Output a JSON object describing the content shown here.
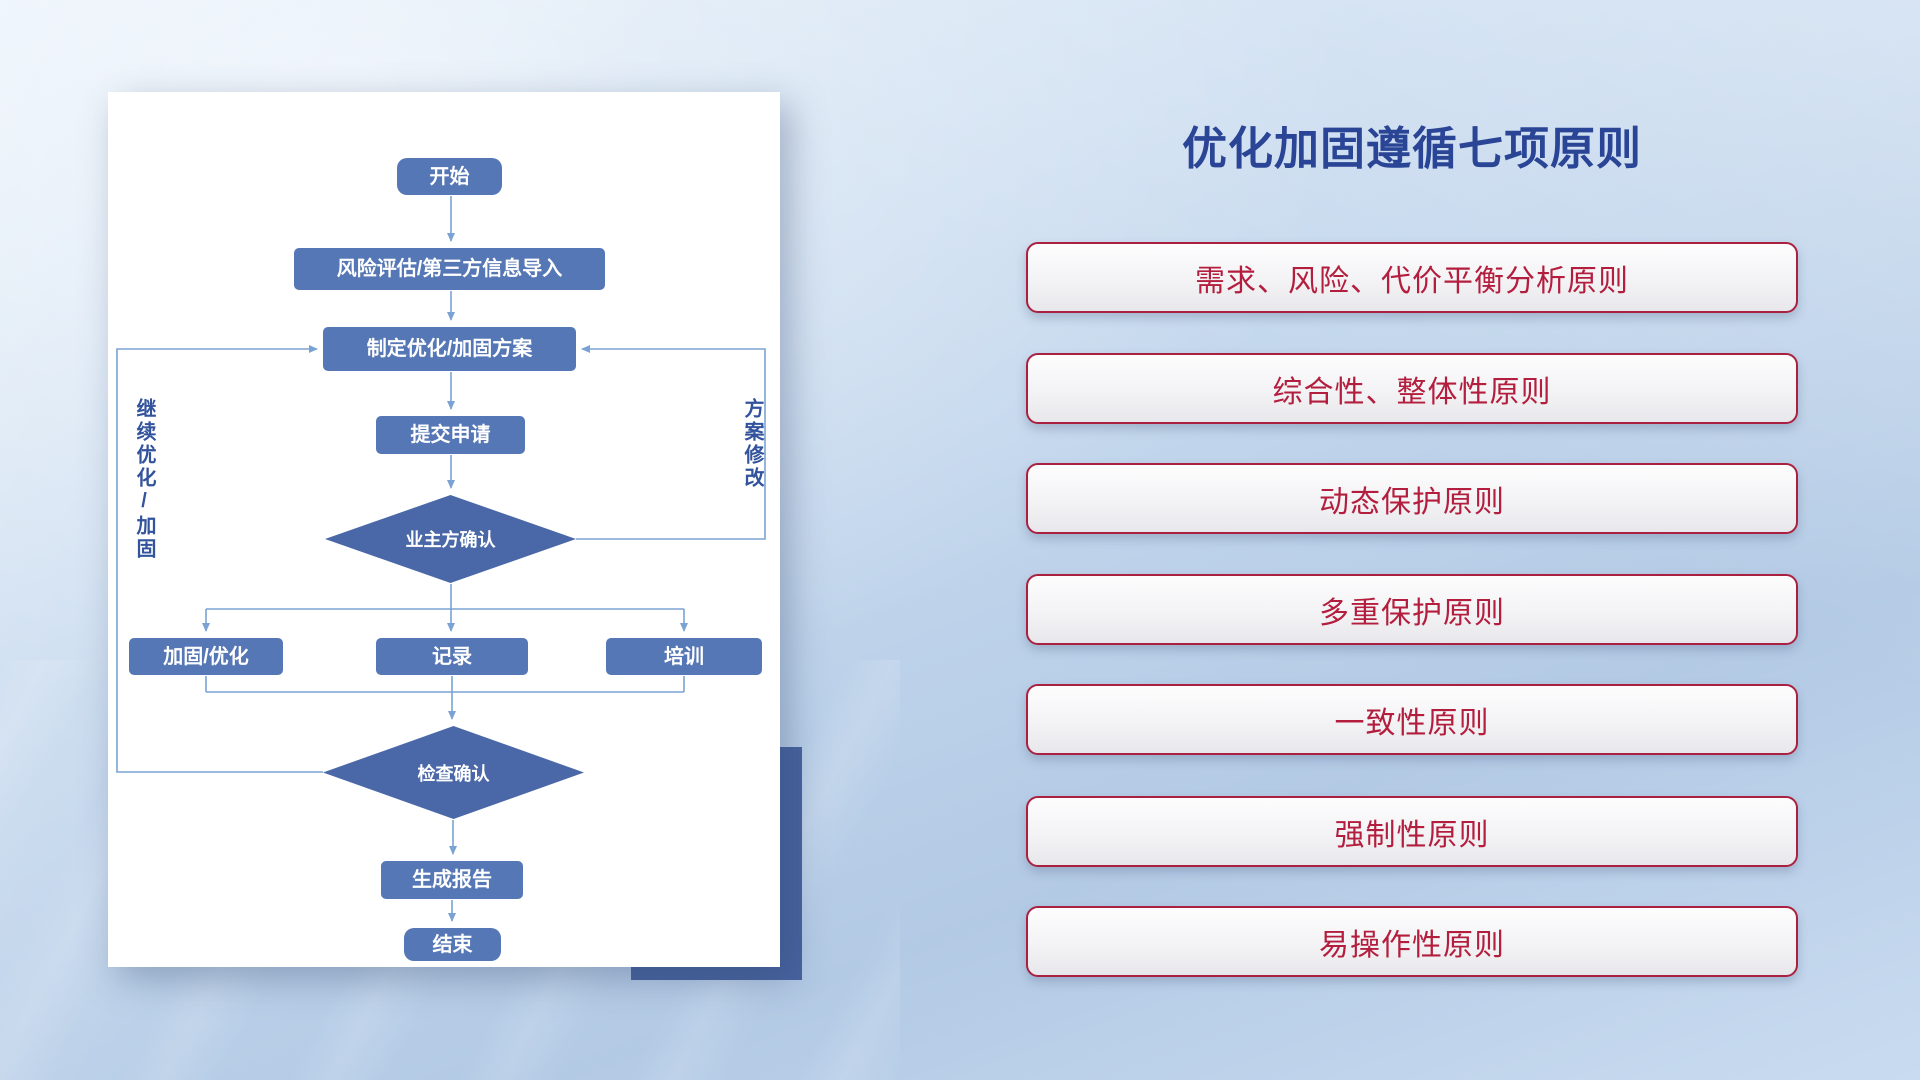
{
  "title": "优化加固遵循七项原则",
  "flowchart": {
    "start": "开始",
    "risk": "风险评估/第三方信息导入",
    "plan": "制定优化/加固方案",
    "submit": "提交申请",
    "owner_confirm": "业主方确认",
    "branch_harden": "加固/优化",
    "branch_record": "记录",
    "branch_training": "培训",
    "check_confirm": "检查确认",
    "report": "生成报告",
    "end": "结束",
    "loop_left": "继续优化/加固",
    "loop_right": "方案修改"
  },
  "principles": [
    "需求、风险、代价平衡分析原则",
    "综合性、整体性原则",
    "动态保护原则",
    "多重保护原则",
    "一致性原则",
    "强制性原则",
    "易操作性原则"
  ],
  "colors": {
    "node_blue": "#5577b5",
    "diamond_blue": "#4a68a8",
    "accent_navy": "#47639f",
    "principle_red": "#b41e3e",
    "title_navy": "#2b4596",
    "connector_blue": "#7aa3d4"
  }
}
